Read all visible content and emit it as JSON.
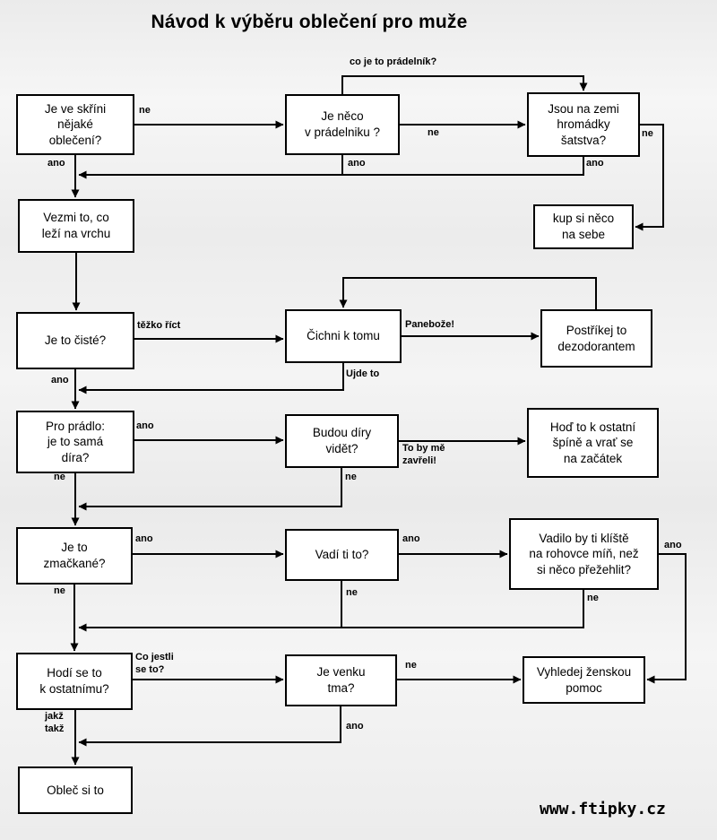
{
  "title": "Návod k výběru oblečení pro muže",
  "watermark": "www.ftipky.cz",
  "nodes": {
    "skrin": {
      "label": "Je ve skříni\nnějaké\noblečení?"
    },
    "pradelnik": {
      "label": "Je něco\nv prádelniku ?"
    },
    "satstvo": {
      "label": "Jsou na zemi\nhromádky\nšatstva?"
    },
    "vezmi": {
      "label": "Vezmi to, co\nleží na vrchu"
    },
    "kup": {
      "label": "kup si něco\nna sebe"
    },
    "ciste": {
      "label": "Je to čisté?"
    },
    "cichni": {
      "label": "Čichni k tomu"
    },
    "postrikej": {
      "label": "Postříkej to\ndezodorantem"
    },
    "diry": {
      "label": "Pro prádlo:\nje to samá\ndíra?"
    },
    "videt": {
      "label": "Budou díry\nvidět?"
    },
    "hod": {
      "label": "Hoď to k ostatní\nšpíně a vrať se\nna začátek"
    },
    "zmackane": {
      "label": "Je to\nzmačkané?"
    },
    "vadi": {
      "label": "Vadí ti to?"
    },
    "kliste": {
      "label": "Vadilo by ti klíště\nna rohovce míň, než\nsi něco přežehlit?"
    },
    "hodi": {
      "label": "Hodí se to\nk ostatnímu?"
    },
    "tma": {
      "label": "Je venku\ntma?"
    },
    "pomoc": {
      "label": "Vyhledej ženskou\npomoc"
    },
    "oblec": {
      "label": "Obleč si to"
    }
  },
  "edges": {
    "pradelnik_loop": "co je to prádelník?",
    "skrin_to_pradelnik": "ne",
    "pradelnik_to_satstvo": "ne",
    "satstvo_to_kup": "ne",
    "skrin_down": "ano",
    "pradelnik_down": "ano",
    "satstvo_down": "ano",
    "ciste_to_cichni": "těžko říct",
    "cichni_to_postrikej": "Panebože!",
    "cichni_down": "Ujde to",
    "ciste_down": "ano",
    "diry_to_videt": "ano",
    "videt_to_hod": "To by mě\nzavřeli!",
    "diry_down": "ne",
    "videt_down": "ne",
    "zmackane_to_vadi": "ano",
    "vadi_to_kliste": "ano",
    "kliste_to_pomoc": "ano",
    "zmackane_down": "ne",
    "vadi_down": "ne",
    "kliste_down": "ne",
    "hodi_to_tma": "Co jestli\nse to?",
    "tma_to_pomoc": "ne",
    "hodi_down": "jakž\ntakž",
    "tma_down": "ano"
  }
}
